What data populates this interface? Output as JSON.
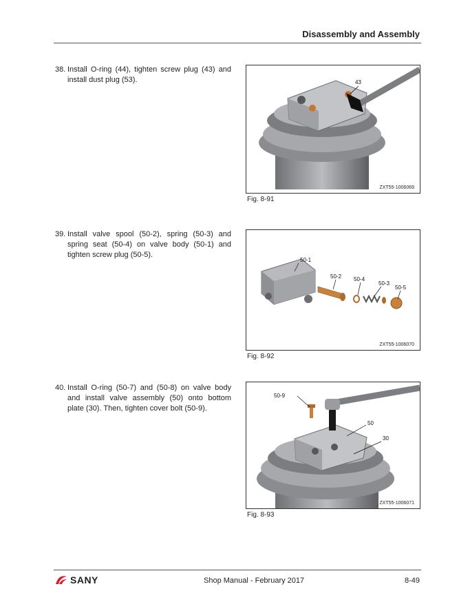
{
  "header": {
    "title": "Disassembly and Assembly"
  },
  "steps": [
    {
      "num": "38.",
      "text": "Install O-ring (44), tighten screw plug (43) and install dust plug (53)."
    },
    {
      "num": "39.",
      "text": "Install valve spool (50-2), spring (50-3) and spring seat (50-4) on valve body (50-1) and tighten screw plug (50-5)."
    },
    {
      "num": "40.",
      "text": "Install O-ring (50-7) and (50-8) on valve body and install valve assembly (50) onto bottom plate (30). Then, tighten cover bolt (50-9)."
    }
  ],
  "figures": [
    {
      "code": "ZXT55-1006069",
      "caption": "Fig.  8-91",
      "labels": [
        "43"
      ]
    },
    {
      "code": "ZXT55-1006070",
      "caption": "Fig.  8-92",
      "labels": [
        "50-1",
        "50-2",
        "50-4",
        "50-3",
        "50-5"
      ]
    },
    {
      "code": "ZXT55-1006071",
      "caption": "Fig.  8-93",
      "labels": [
        "50-9",
        "50",
        "30"
      ]
    }
  ],
  "footer": {
    "brand": "SANY",
    "center": "Shop Manual - February 2017",
    "page": "8-49"
  },
  "colors": {
    "brand_red": "#d0202a"
  }
}
